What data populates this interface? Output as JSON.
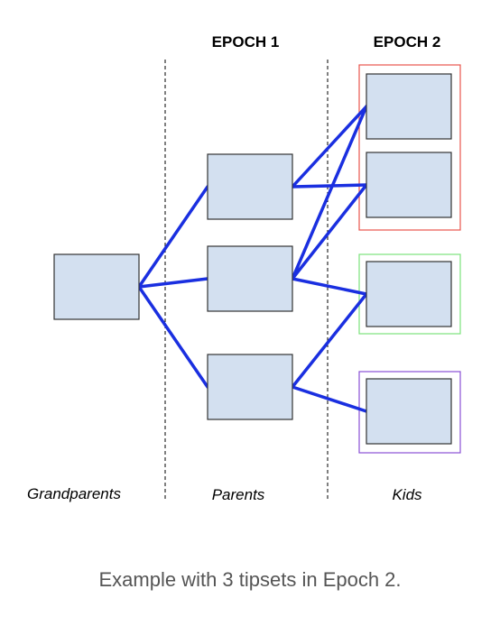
{
  "epochs": {
    "epoch1": "EPOCH 1",
    "epoch2": "EPOCH 2"
  },
  "generations": {
    "grandparents": "Grandparents",
    "parents": "Parents",
    "kids": "Kids"
  },
  "caption": "Example with 3 tipsets in Epoch 2.",
  "colors": {
    "block_fill": "#d3e0f0",
    "block_stroke": "#333333",
    "link": "#1a2fe0",
    "tipset_1": "#e8554d",
    "tipset_2": "#7be37b",
    "tipset_3": "#8a4fd6"
  },
  "blocks": [
    {
      "id": "grandparent",
      "generation": "grandparents"
    },
    {
      "id": "parent-1",
      "generation": "parents"
    },
    {
      "id": "parent-2",
      "generation": "parents"
    },
    {
      "id": "parent-3",
      "generation": "parents"
    },
    {
      "id": "kid-1",
      "generation": "kids",
      "tipset": 1
    },
    {
      "id": "kid-2",
      "generation": "kids",
      "tipset": 1
    },
    {
      "id": "kid-3",
      "generation": "kids",
      "tipset": 2
    },
    {
      "id": "kid-4",
      "generation": "kids",
      "tipset": 3
    }
  ],
  "links": [
    [
      "grandparent",
      "parent-1"
    ],
    [
      "grandparent",
      "parent-2"
    ],
    [
      "grandparent",
      "parent-3"
    ],
    [
      "parent-1",
      "kid-1"
    ],
    [
      "parent-1",
      "kid-2"
    ],
    [
      "parent-2",
      "kid-1"
    ],
    [
      "parent-2",
      "kid-2"
    ],
    [
      "parent-2",
      "kid-3"
    ],
    [
      "parent-3",
      "kid-3"
    ],
    [
      "parent-3",
      "kid-4"
    ]
  ]
}
